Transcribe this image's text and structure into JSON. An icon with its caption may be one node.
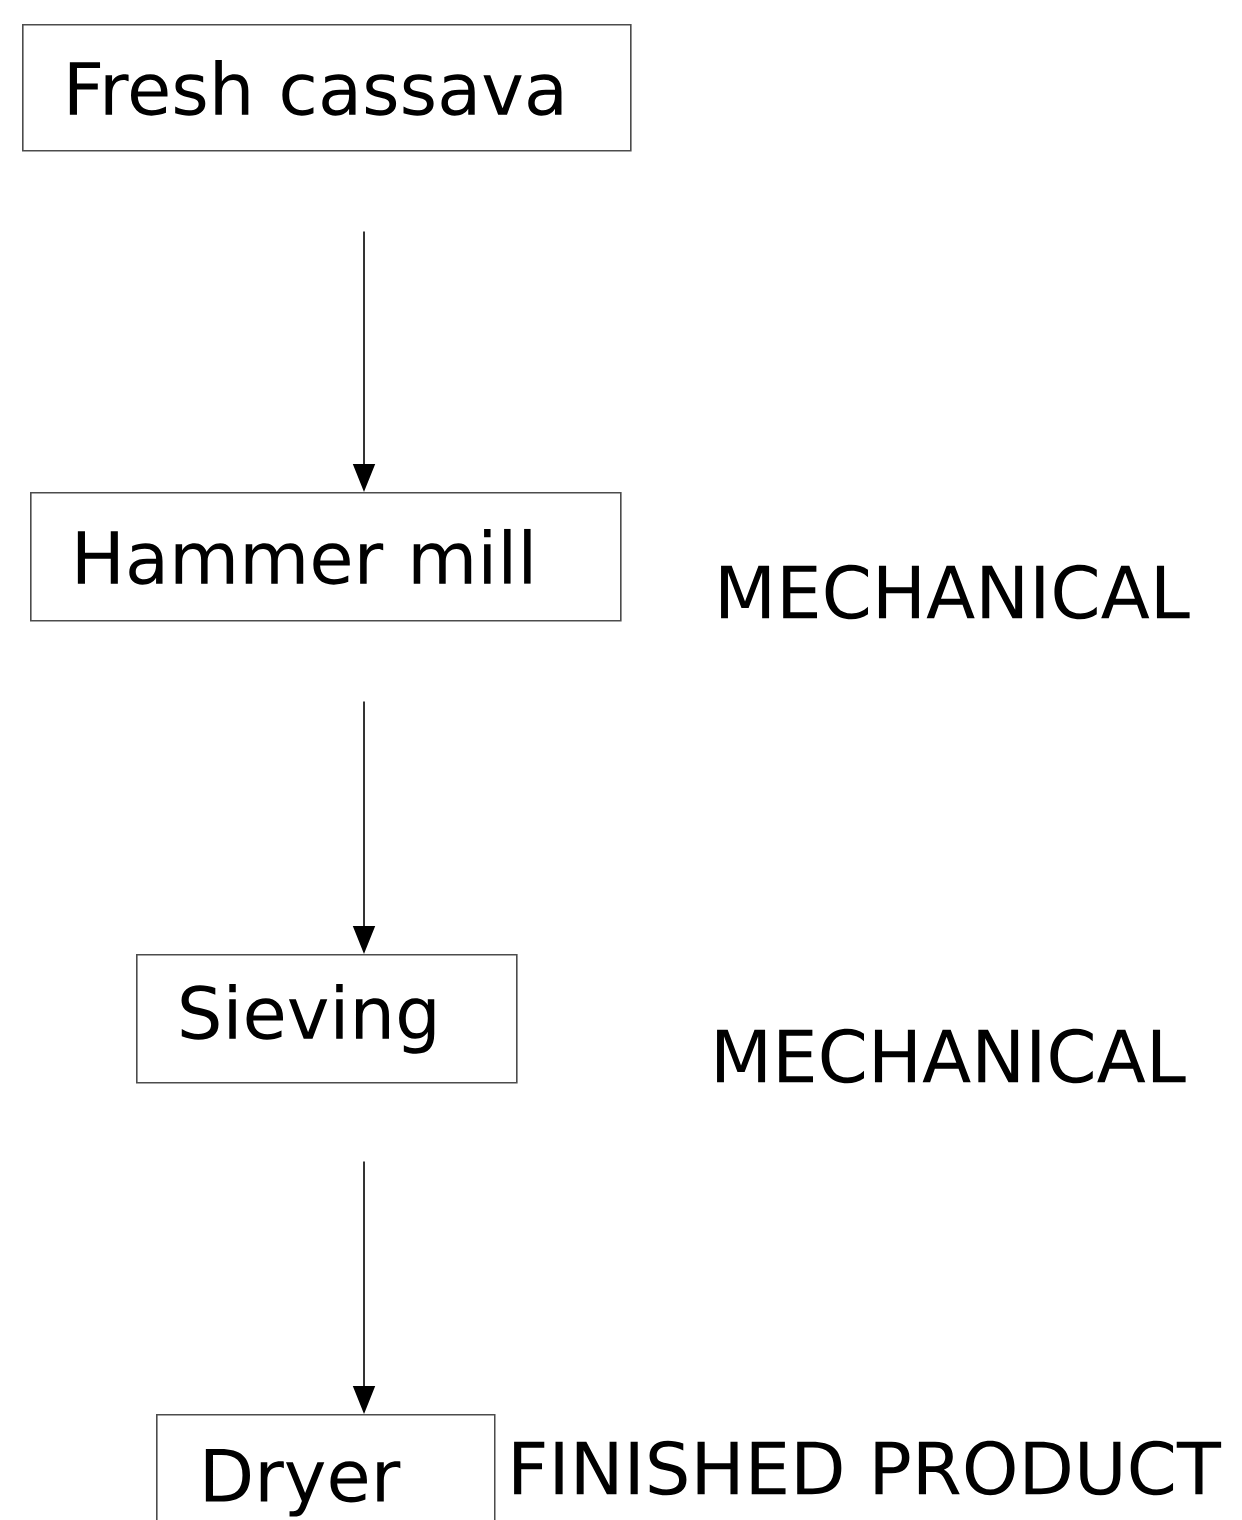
{
  "diagram": {
    "nodes": [
      {
        "text": [
          "Fresh cassava"
        ]
      },
      {
        "text": [
          "Hammer mill"
        ],
        "beside": [
          "MECHANICAL"
        ]
      },
      {
        "text": [
          "Sieving"
        ],
        "beside": [
          "MECHANICAL"
        ]
      },
      {
        "text": [
          "Dryer"
        ],
        "beside": [
          "FINISHED PRODUCT"
        ]
      }
    ],
    "edges": [
      {
        "from": 0,
        "to": 1,
        "arrow": "to"
      },
      {
        "from": 1,
        "to": 2,
        "arrow": "to"
      },
      {
        "from": 2,
        "to": 3,
        "arrow": "to"
      }
    ]
  }
}
